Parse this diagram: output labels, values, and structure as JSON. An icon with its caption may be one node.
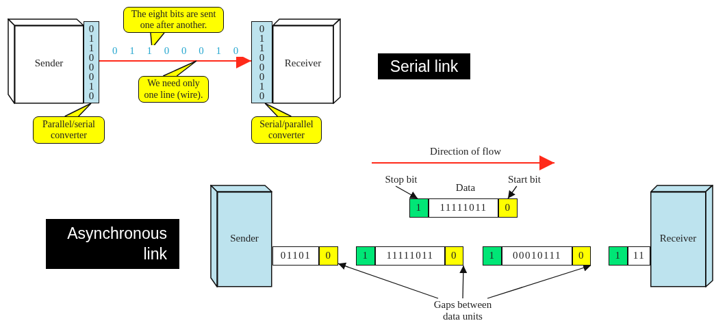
{
  "diagram": {
    "nodes": [
      {
        "text": [
          "The eight bits are sent one after another."
        ]
      },
      {
        "text": [
          "Sender"
        ]
      },
      {
        "text": [
          "0 1 1 0 0 0 1 0"
        ]
      },
      {
        "text": [
          "0 1 1 0 0 0 1 0"
        ]
      },
      {
        "text": [
          "Receiver"
        ]
      },
      {
        "text": [
          "Serial link"
        ]
      },
      {
        "text": [
          "We need only one line (wire)."
        ]
      },
      {
        "text": [
          "Parallel/serial converter"
        ]
      },
      {
        "text": [
          "Serial/parallel converter"
        ]
      },
      {
        "text": [
          "Stop bit"
        ]
      },
      {
        "text": [
          "Start bit"
        ]
      },
      {
        "text": [
          "1"
        ]
      },
      {
        "text": [
          "11111011"
        ]
      },
      {
        "text": [
          "0"
        ]
      },
      {
        "text": [
          "Asynchronous link"
        ]
      },
      {
        "text": [
          "Sender"
        ]
      },
      {
        "text": [
          "01101"
        ]
      },
      {
        "text": [
          "0"
        ]
      },
      {
        "text": [
          "1"
        ]
      },
      {
        "text": [
          "11111011"
        ]
      },
      {
        "text": [
          "0"
        ]
      },
      {
        "text": [
          "1"
        ]
      },
      {
        "text": [
          "00010111"
        ]
      },
      {
        "text": [
          "0"
        ]
      },
      {
        "text": [
          "1"
        ]
      },
      {
        "text": [
          "11"
        ]
      },
      {
        "text": [
          "Receiver"
        ]
      },
      {
        "text": [
          "Gaps between data units"
        ]
      }
    ],
    "edges": [
      {
        "from": 2,
        "to": 3,
        "arrow": "to",
        "label": "0 1 1 0 0 0 1 0",
        "color": "#ff2a1a"
      },
      {
        "from": 0,
        "to": null,
        "arrow": "to"
      },
      {
        "from": 6,
        "to": null,
        "arrow": "to"
      },
      {
        "from": 7,
        "to": 2,
        "arrow": "to"
      },
      {
        "from": 8,
        "to": 3,
        "arrow": "to"
      },
      {
        "from": 9,
        "to": 11,
        "arrow": "to"
      },
      {
        "from": 10,
        "to": 13,
        "arrow": "to"
      },
      {
        "from": 27,
        "to": 17,
        "arrow": "to"
      },
      {
        "from": 27,
        "to": 20,
        "arrow": "to"
      },
      {
        "from": 27,
        "to": 23,
        "arrow": "to"
      }
    ],
    "labels": [
      "Direction of flow",
      "Data"
    ]
  }
}
